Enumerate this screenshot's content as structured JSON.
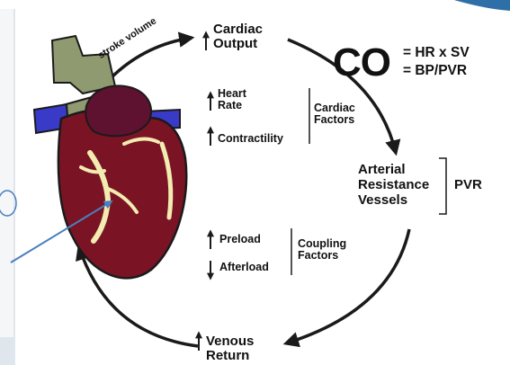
{
  "cardiac_output": {
    "line1": "Cardiac",
    "line2": "Output"
  },
  "stroke_volume": "stroke volume",
  "co_symbol": "CO",
  "co_formula": {
    "line1": "= HR x SV",
    "line2": "= BP/PVR"
  },
  "cardiac_factors": {
    "heart_rate": {
      "line1": "Heart",
      "line2": "Rate"
    },
    "contractility": "Contractility",
    "bracket_label": {
      "line1": "Cardiac",
      "line2": "Factors"
    }
  },
  "arterial": {
    "line1": "Arterial",
    "line2": "Resistance",
    "line3": "Vessels"
  },
  "pvr": "PVR",
  "coupling_factors": {
    "preload": "Preload",
    "afterload": "Afterload",
    "bracket_label": {
      "line1": "Coupling",
      "line2": "Factors"
    }
  },
  "venous_return": {
    "line1": "Venous",
    "line2": "Return"
  },
  "colors": {
    "arrow": "#1a1a1a",
    "pointer": "#4a7fc0",
    "myocardium": "#7a1425",
    "vessels": "#f2ecb0",
    "aorta_green": "#8f9a70",
    "blue_vessel": "#3a3ac8"
  }
}
